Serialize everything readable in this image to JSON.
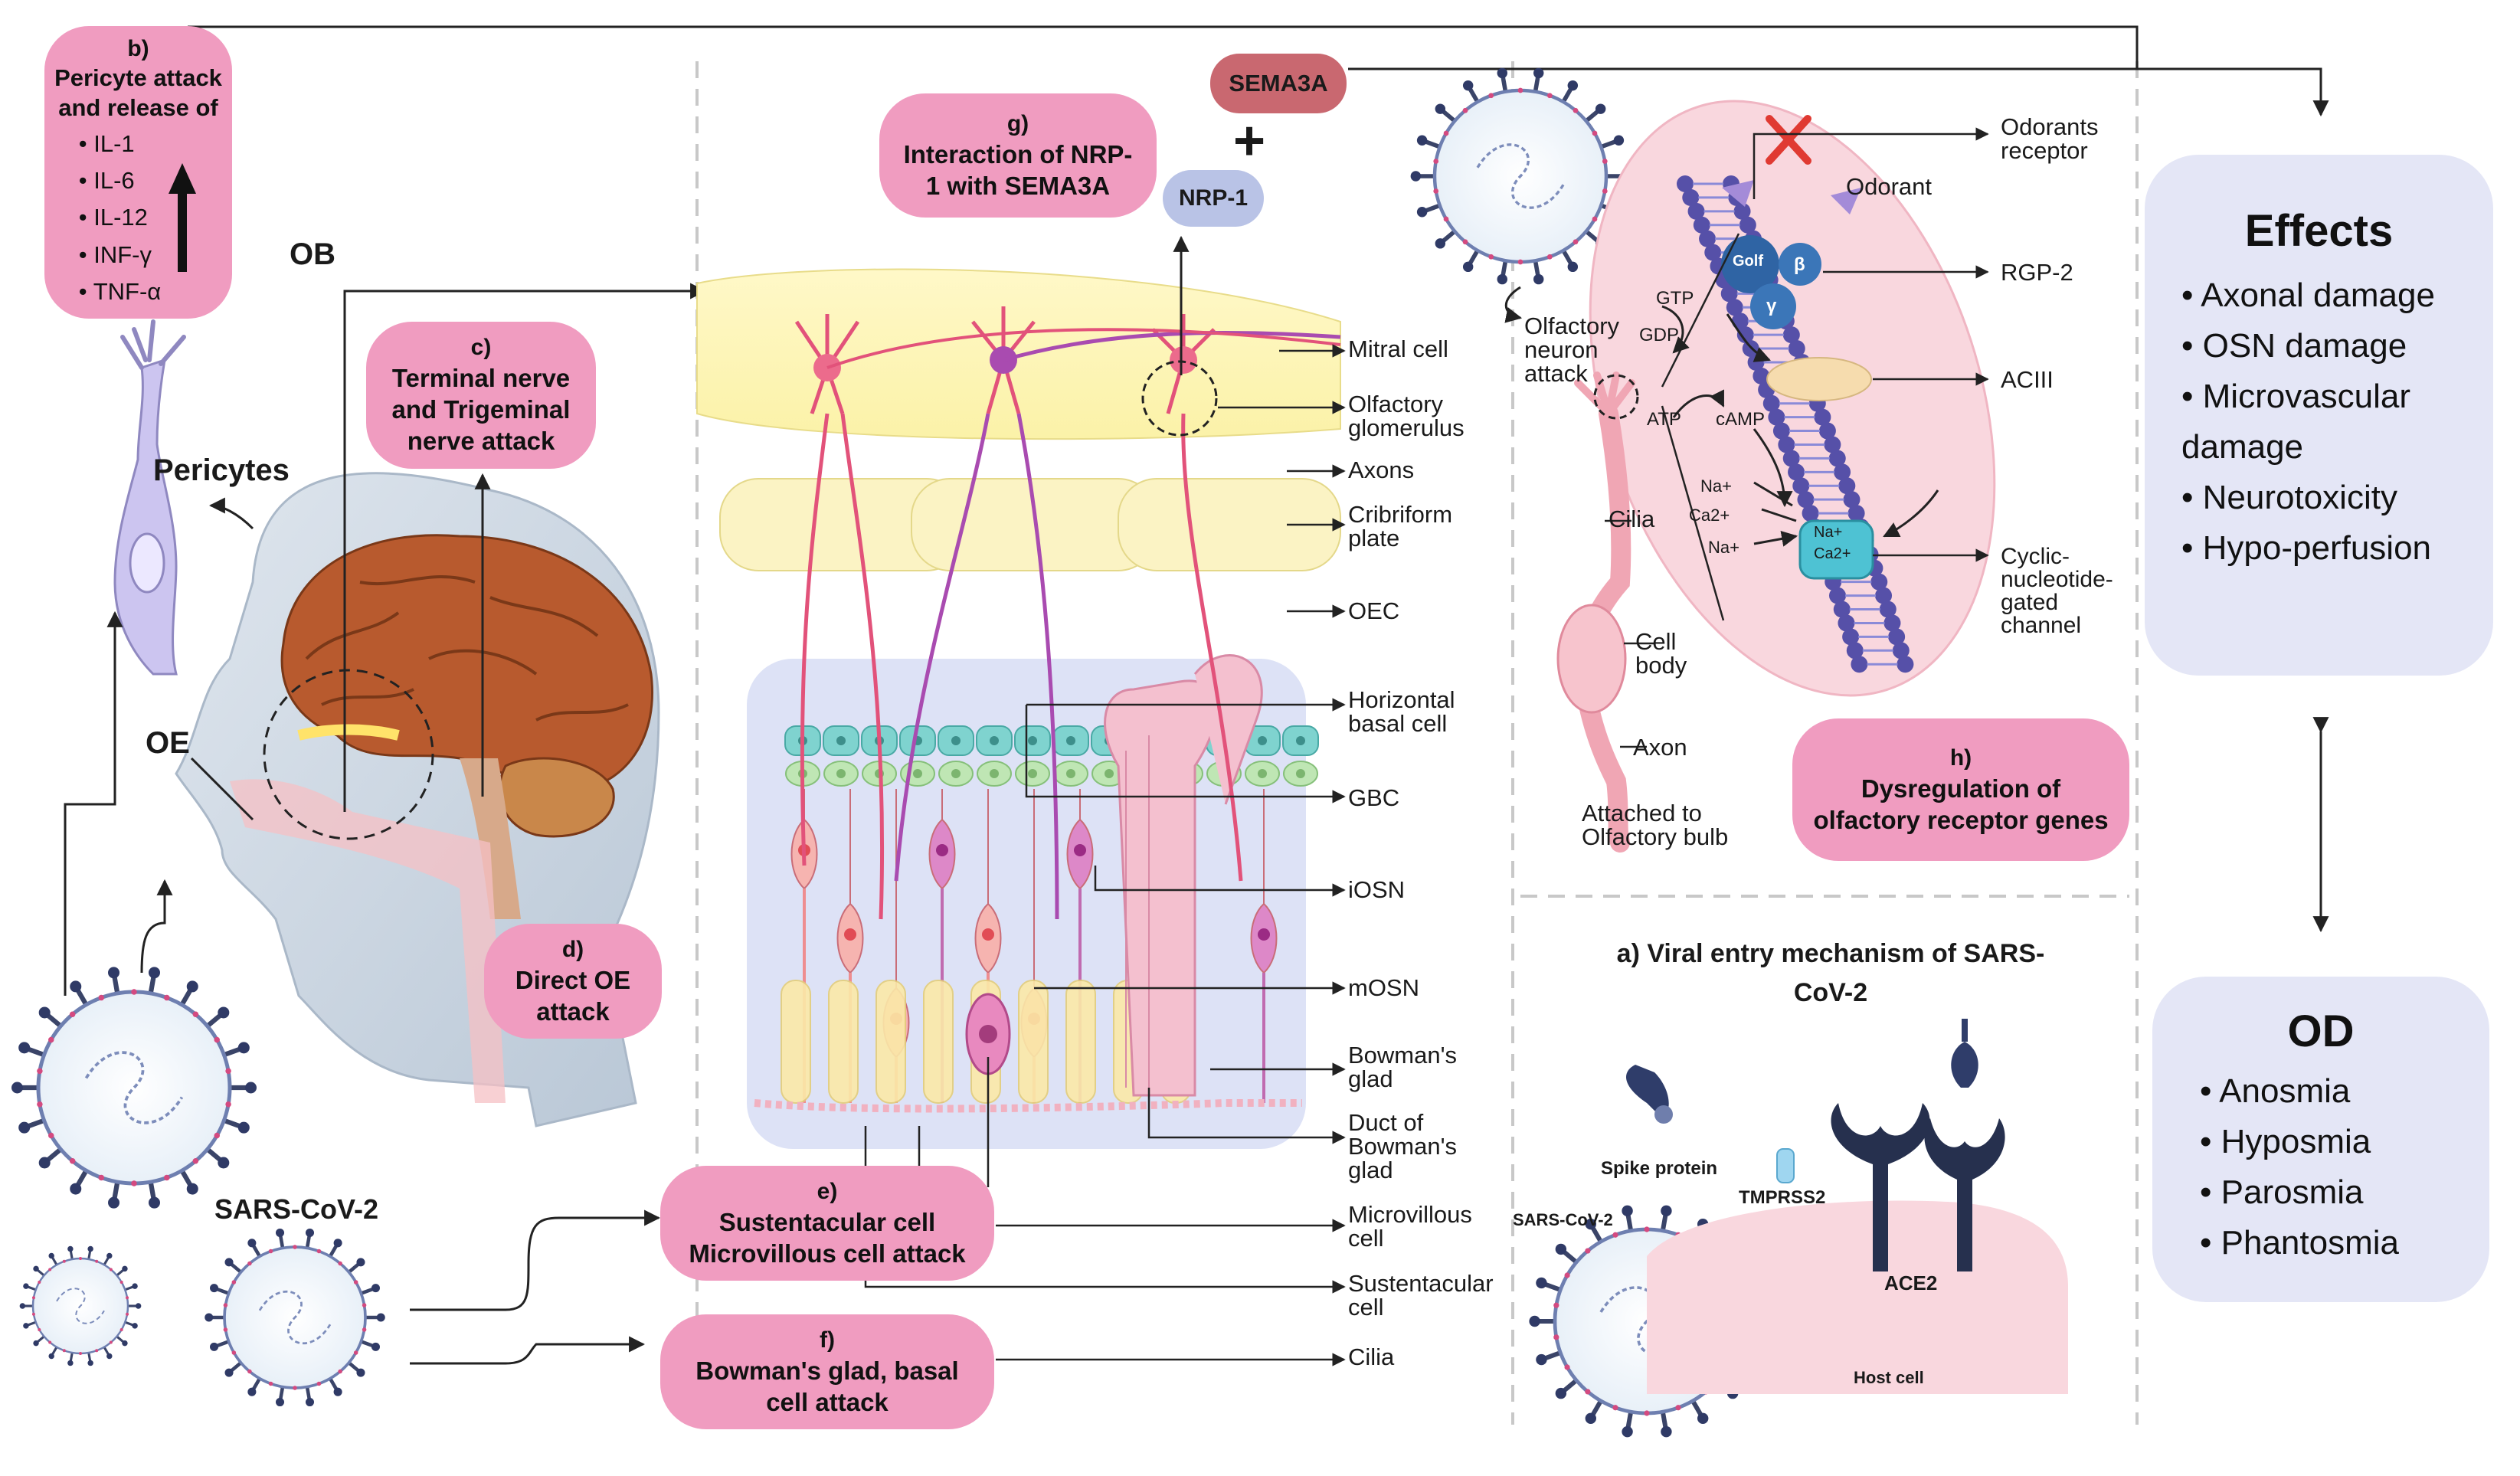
{
  "head_labels": {
    "ob": "OB",
    "oe": "OE",
    "pericytes": "Pericytes",
    "sars": "SARS-CoV-2"
  },
  "panel_b": {
    "code": "b)",
    "text": "Pericyte attack and release of",
    "cytokines": [
      "IL-1",
      "IL-6",
      "IL-12",
      "INF-γ",
      "TNF-α"
    ]
  },
  "panel_c": {
    "code": "c)",
    "text": "Terminal nerve and Trigeminal nerve attack"
  },
  "panel_d": {
    "code": "d)",
    "text": "Direct OE attack"
  },
  "panel_e": {
    "code": "e)",
    "text": "Sustentacular cell Microvillous cell attack"
  },
  "panel_f": {
    "code": "f)",
    "text": "Bowman's glad, basal cell attack"
  },
  "panel_g": {
    "code": "g)",
    "text": "Interaction of NRP-1 with SEMA3A"
  },
  "panel_h": {
    "code": "h)",
    "text": "Dysregulation of olfactory receptor genes"
  },
  "sema3a": "SEMA3A",
  "nrp1": "NRP-1",
  "plus": "+",
  "anatomy_labels": [
    "Mitral cell",
    "Olfactory glomerulus",
    "Axons",
    "Cribriform plate",
    "OEC",
    "Horizontal basal cell",
    "GBC",
    "iOSN",
    "mOSN",
    "Bowman's glad",
    "Duct of Bowman's glad",
    "Microvillous cell",
    "Sustentacular cell",
    "Cilia"
  ],
  "signal": {
    "odorants_receptor": "Odorants receptor",
    "odorant": "Odorant",
    "rgp2": "RGP-2",
    "aciii": "ACIII",
    "cng": "Cyclic-nucleotide-gated channel",
    "gtp": "GTP",
    "gdp": "GDP",
    "atp": "ATP",
    "camp": "cAMP",
    "galf": "Golf",
    "beta": "β",
    "gamma": "γ",
    "na1": "Na+",
    "ca": "Ca2+",
    "na2": "Na+",
    "na_ch": "Na+",
    "ca_ch": "Ca2+",
    "olf_attack": "Olfactory neuron attack",
    "cilia": "Cilia",
    "cell_body": "Cell body",
    "axon": "Axon",
    "attached": "Attached to Olfactory bulb"
  },
  "panel_a": {
    "title": "a) Viral entry mechanism of SARS-CoV-2",
    "spike": "Spike protein",
    "tmprss2": "TMPRSS2",
    "sars": "SARS-CoV-2",
    "ace2": "ACE2",
    "host": "Host cell"
  },
  "effects": {
    "title": "Effects",
    "items": [
      "Axonal damage",
      "OSN damage",
      "Microvascular damage",
      "Neurotoxicity",
      "Hypo-perfusion"
    ]
  },
  "od": {
    "title": "OD",
    "items": [
      "Anosmia",
      "Hyposmia",
      "Parosmia",
      "Phantosmia"
    ]
  },
  "colors": {
    "pill": "#f09cc0",
    "card": "#e4e6f6",
    "sema": "#c96870",
    "nrp": "#b9c3e6",
    "oval": "#f9d7de"
  }
}
